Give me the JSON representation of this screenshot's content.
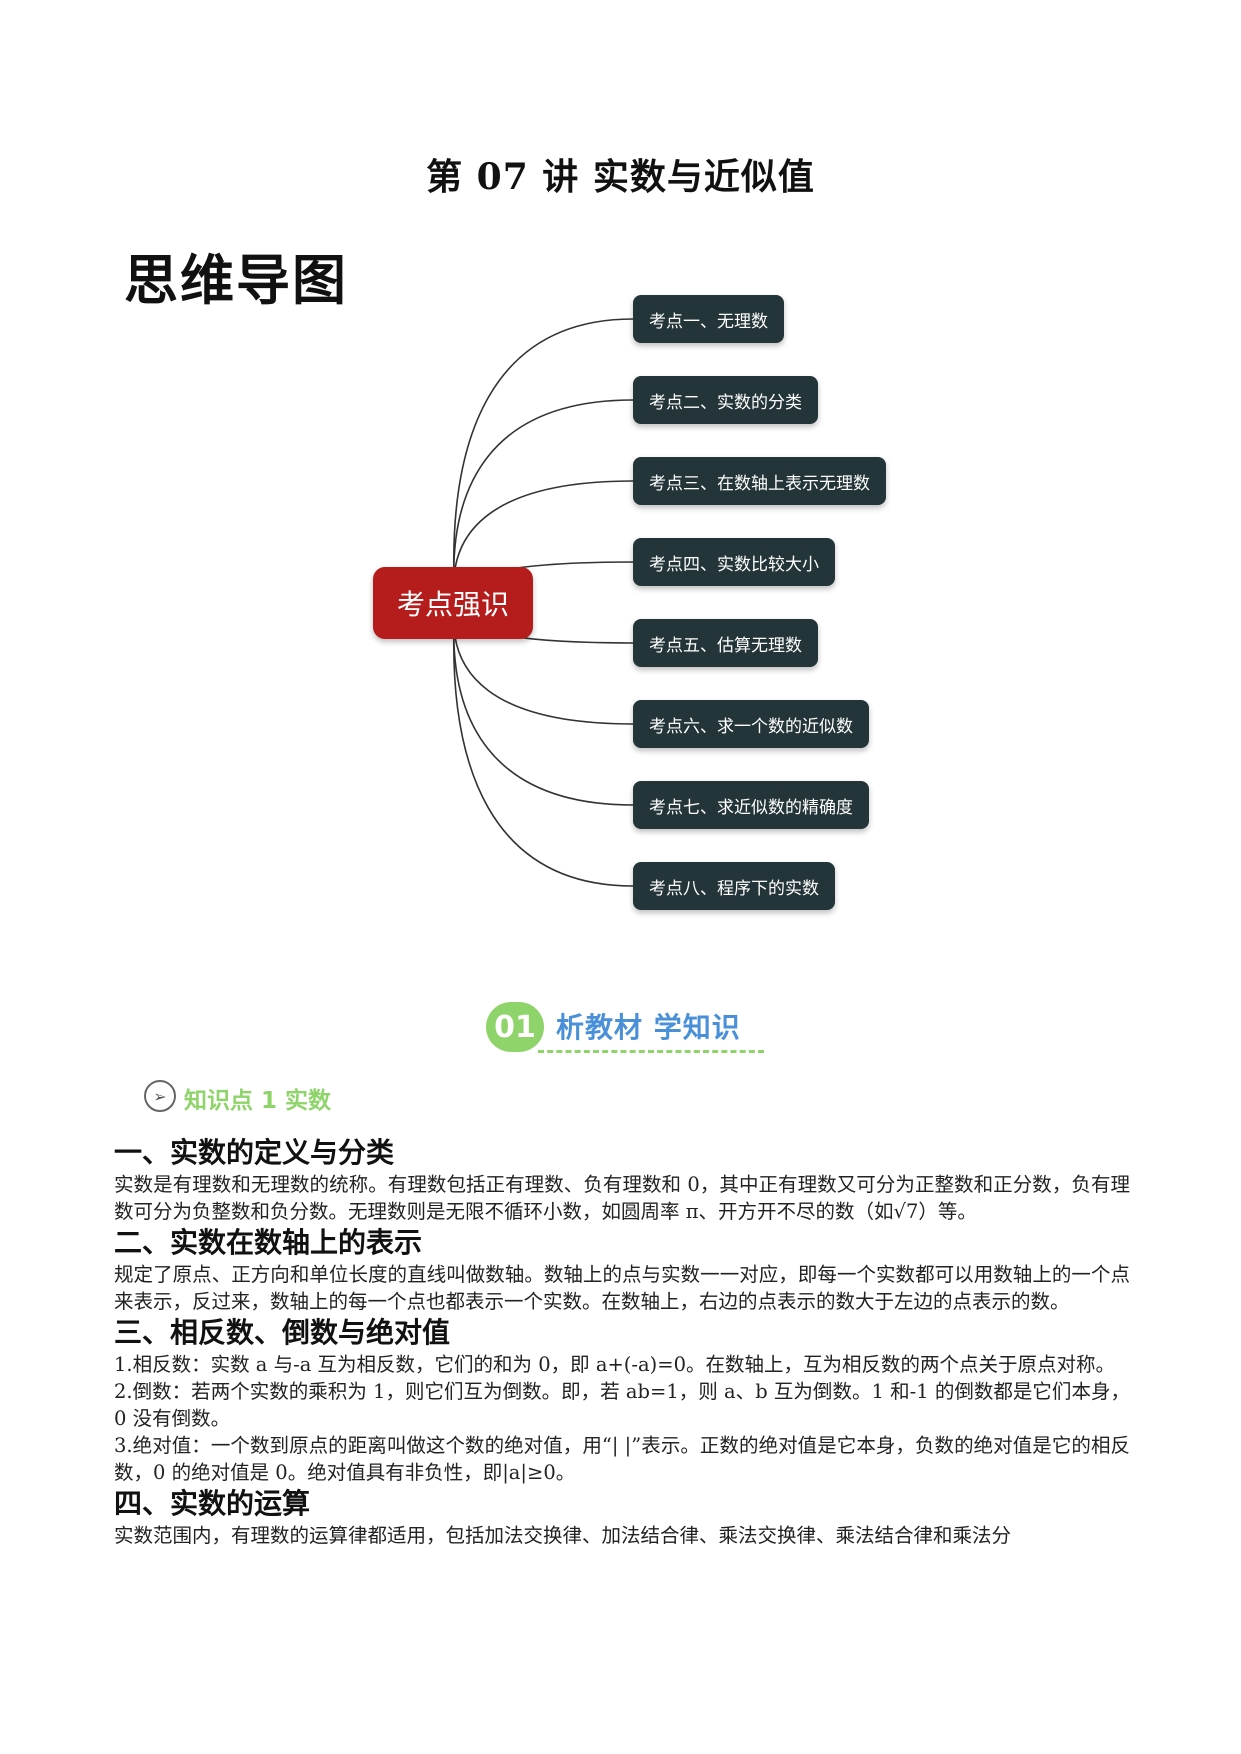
{
  "title": "第 07 讲  实数与近似值",
  "mindmap": {
    "heading": "思维导图",
    "center": "考点强识",
    "branches": [
      "考点一、无理数",
      "考点二、实数的分类",
      "考点三、在数轴上表示无理数",
      "考点四、实数比较大小",
      "考点五、估算无理数",
      "考点六、求一个数的近似数",
      "考点七、求近似数的精确度",
      "考点八、程序下的实数"
    ],
    "colors": {
      "center": "#b51d1d",
      "branch": "#233538",
      "line": "#333333"
    }
  },
  "section_banner": {
    "number": "01",
    "text": "析教材 学知识",
    "colors": {
      "badge": "#8fd46a",
      "text": "#4a90d9"
    }
  },
  "knowledge_point": {
    "icon": "arrow-circle-icon",
    "label": "知识点 1  实数"
  },
  "sections": [
    {
      "heading": "一、实数的定义与分类",
      "paragraphs": [
        "实数是有理数和无理数的统称。有理数包括正有理数、负有理数和 0，其中正有理数又可分为正整数和正分数，负有理数可分为负整数和负分数。无理数则是无限不循环小数，如圆周率 π、开方开不尽的数（如√7）等。"
      ]
    },
    {
      "heading": "二、实数在数轴上的表示",
      "paragraphs": [
        "规定了原点、正方向和单位长度的直线叫做数轴。数轴上的点与实数一一对应，即每一个实数都可以用数轴上的一个点来表示，反过来，数轴上的每一个点也都表示一个实数。在数轴上，右边的点表示的数大于左边的点表示的数。"
      ]
    },
    {
      "heading": "三、相反数、倒数与绝对值",
      "paragraphs": [
        "1.相反数：实数 a 与-a 互为相反数，它们的和为 0，即 a+(-a)=0。在数轴上，互为相反数的两个点关于原点对称。",
        "2.倒数：若两个实数的乘积为 1，则它们互为倒数。即，若 ab=1，则 a、b 互为倒数。1 和-1 的倒数都是它们本身，0 没有倒数。",
        "3.绝对值：一个数到原点的距离叫做这个数的绝对值，用“| |”表示。正数的绝对值是它本身，负数的绝对值是它的相反数，0 的绝对值是 0。绝对值具有非负性，即|a|≥0。"
      ]
    },
    {
      "heading": "四、实数的运算",
      "paragraphs": [
        "实数范围内，有理数的运算律都适用，包括加法交换律、加法结合律、乘法交换律、乘法结合律和乘法分"
      ]
    }
  ]
}
